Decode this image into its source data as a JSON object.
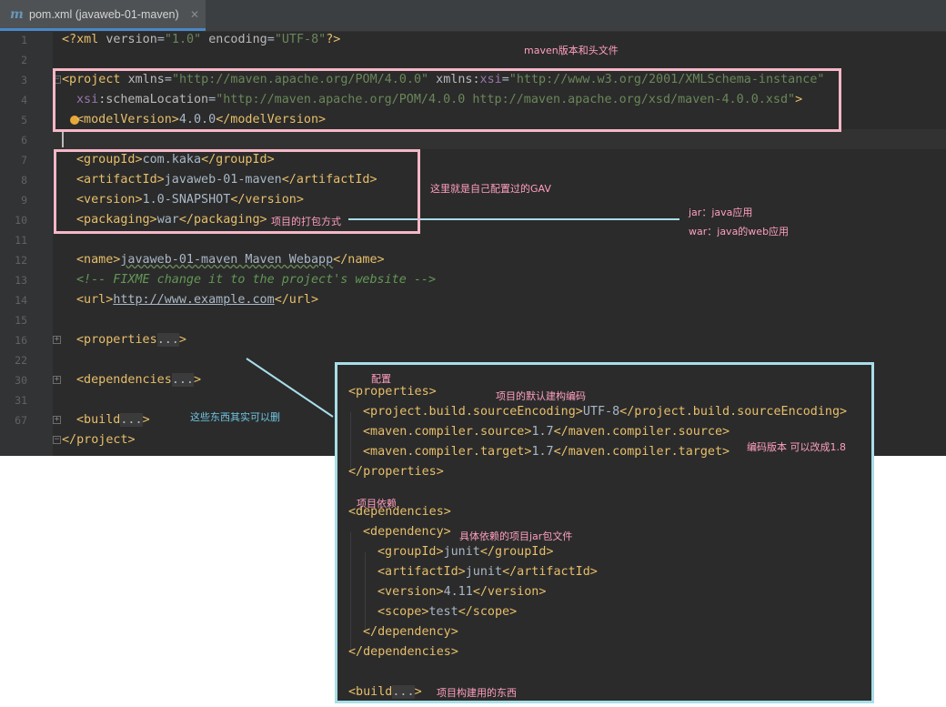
{
  "tab": {
    "icon_letter": "m",
    "label": "pom.xml (javaweb-01-maven)",
    "close": "✕"
  },
  "gutter": {
    "line_numbers": [
      "1",
      "2",
      "3",
      "4",
      "5",
      "6",
      "7",
      "8",
      "9",
      "10",
      "11",
      "12",
      "13",
      "14",
      "15",
      "16",
      "22",
      "30",
      "31",
      "67"
    ]
  },
  "code": {
    "l1": {
      "open": "<?xml ",
      "k1": "version",
      "eq1": "=",
      "v1": "\"1.0\"",
      "sp": " ",
      "k2": "encoding",
      "eq2": "=",
      "v2": "\"UTF-8\"",
      "close": "?>"
    },
    "l3": {
      "open": "<project ",
      "k1": "xmlns",
      "eq1": "=",
      "v1": "\"http://maven.apache.org/POM/4.0.0\"",
      "sp": " ",
      "k2": "xmlns",
      "colon": ":",
      "k3": "xsi",
      "eq2": "=",
      "v2": "\"http://www.w3.org/2001/XMLSchema-instance\""
    },
    "l4": {
      "k1": "xsi",
      "colon": ":",
      "k2": "schemaLocation",
      "eq": "=",
      "v": "\"http://maven.apache.org/POM/4.0.0 http://maven.apache.org/xsd/maven-4.0.0.xsd\"",
      "close": ">"
    },
    "l5": {
      "open": "<modelVersion>",
      "text": "4.0.0",
      "close": "</modelVersion>"
    },
    "l7": {
      "open": "<groupId>",
      "text": "com.kaka",
      "close": "</groupId>"
    },
    "l8": {
      "open": "<artifactId>",
      "text": "javaweb-01-maven",
      "close": "</artifactId>"
    },
    "l9": {
      "open": "<version>",
      "text": "1.0-SNAPSHOT",
      "close": "</version>"
    },
    "l10": {
      "open": "<packaging>",
      "text": "war",
      "close": "</packaging>"
    },
    "l12": {
      "open": "<name>",
      "text": "javaweb-01-maven Maven Webapp",
      "close": "</name>"
    },
    "l13": {
      "text": "<!-- FIXME change it to the project's website -->"
    },
    "l14": {
      "open": "<url>",
      "text": "http://www.example.com",
      "close": "</url>"
    },
    "l16": {
      "open": "<properties",
      "dots": "...",
      "close": ">"
    },
    "l22": {
      "open": "<dependencies",
      "dots": "...",
      "close": ">"
    },
    "l31": {
      "open": "<build",
      "dots": "...",
      "close": ">"
    },
    "l67": {
      "text": "</project>"
    }
  },
  "annotations": {
    "header": "maven版本和头文件",
    "gav": "这里就是自己配置过的GAV",
    "packaging": "项目的打包方式",
    "jar": "jar：java应用",
    "war": "war：java的web应用",
    "deletable": "这些东西其实可以删"
  },
  "popup": {
    "config_note": "配置",
    "props_open": "<properties>",
    "props_note": "项目的默认建构编码",
    "p1": {
      "open": "<project.build.sourceEncoding>",
      "text": "UTF-8",
      "close": "</project.build.sourceEncoding>"
    },
    "p2": {
      "open": "<maven.compiler.source>",
      "text": "1.7",
      "close": "</maven.compiler.source>"
    },
    "p3": {
      "open": "<maven.compiler.target>",
      "text": "1.7",
      "close": "</maven.compiler.target>"
    },
    "compile_note": "编码版本   可以改成1.8",
    "props_close": "</properties>",
    "deps_note": "项目依赖",
    "deps_open": "<dependencies>",
    "dep_open": "<dependency>",
    "dep_note": "具体依赖的项目jar包文件",
    "d1": {
      "open": "<groupId>",
      "text": "junit",
      "close": "</groupId>"
    },
    "d2": {
      "open": "<artifactId>",
      "text": "junit",
      "close": "</artifactId>"
    },
    "d3": {
      "open": "<version>",
      "text": "4.11",
      "close": "</version>"
    },
    "d4": {
      "open": "<scope>",
      "text": "test",
      "close": "</scope>"
    },
    "dep_close": "</dependency>",
    "deps_close": "</dependencies>",
    "build_open": "<build",
    "build_dots": "...",
    "build_close": ">",
    "build_note": "项目构建用的东西"
  },
  "colors": {
    "tag": "#e8bf6a",
    "attr_value": "#6a8759",
    "namespace": "#9876aa",
    "comment": "#629755",
    "annotation_pink": "#ff9fbf",
    "annotation_blue": "#6fc6e3",
    "box_pink": "#f5b7c7",
    "box_cyan": "#a8dee8"
  }
}
